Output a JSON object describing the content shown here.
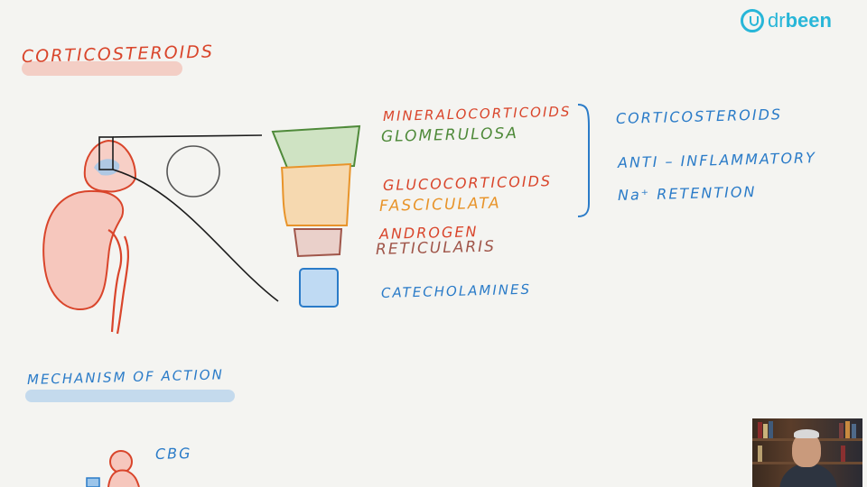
{
  "brand": {
    "prefix": "dr",
    "name": "been",
    "accent": "#28b6d8"
  },
  "board": {
    "title": "CORTICOSTEROIDS",
    "layers": [
      {
        "hormone": "MINERALOCORTICOIDS",
        "zone": "GLOMERULOSA",
        "hormone_color": "#d9452b",
        "zone_color": "#4f8a3a"
      },
      {
        "hormone": "GLUCOCORTICOIDS",
        "zone": "FASCICULATA",
        "hormone_color": "#d9452b",
        "zone_color": "#e8942a"
      },
      {
        "hormone": "ANDROGEN",
        "zone": "RETICULARIS",
        "hormone_color": "#d9452b",
        "zone_color": "#a0564a"
      },
      {
        "hormone": "CATECHOLAMINES",
        "hormone_color": "#2a7bc8"
      }
    ],
    "notes": [
      "CORTICOSTEROIDS",
      "ANTI – INFLAMMATORY",
      "Na⁺  RETENTION"
    ],
    "section": "MECHANISM   OF   ACTION",
    "protein": "CBG"
  },
  "colors": {
    "red": "#d9452b",
    "blue": "#2a7bc8",
    "green": "#4f8a3a",
    "orange": "#e8942a",
    "brown": "#a0564a",
    "ink": "#1c1c1c"
  },
  "icons": {
    "logo": "stethoscope-logo-icon"
  }
}
